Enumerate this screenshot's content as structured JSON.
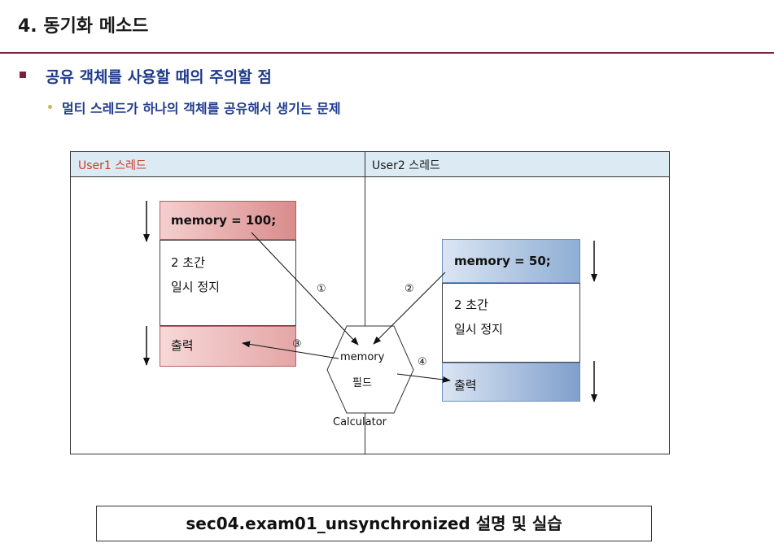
{
  "title": "4. 동기화 메소드",
  "bullet1": "공유 객체를 사용할 때의 주의할 점",
  "bullet2": "멀티 스레드가 하나의 객체를 공유해서 생기는 문제",
  "diagram": {
    "user1_label": "User1 스레드",
    "user2_label": "User2 스레드",
    "user1_assign": "memory = 100;",
    "user1_pause_line1": "2 초간",
    "user1_pause_line2": "일시 정지",
    "user1_output": "출력",
    "user2_assign": "memory = 50;",
    "user2_pause_line1": "2 초간",
    "user2_pause_line2": "일시 정지",
    "user2_output": "출력",
    "hex_line1": "memory",
    "hex_line2": "필드",
    "hex_caption": "Calculator",
    "step1": "①",
    "step2": "②",
    "step3": "③",
    "step4": "④",
    "colors": {
      "user1_label": "#d03a2a",
      "header_bg": "#dbeaf3",
      "red_box": "#d98c8c",
      "blue_box": "#8eaed4"
    }
  },
  "footer": "sec04.exam01_unsynchronized 설명 및 실습"
}
